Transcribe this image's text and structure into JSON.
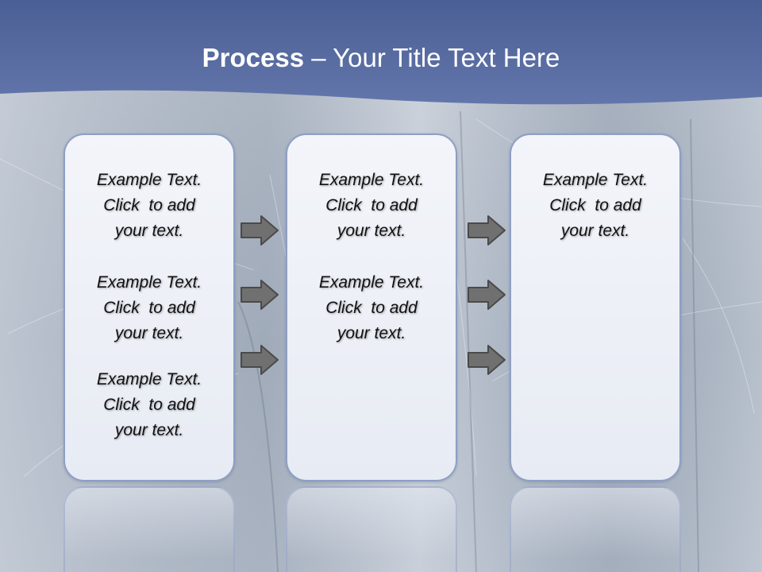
{
  "slide": {
    "title_bold": "Process",
    "title_rest": "– Your Title Text Here",
    "colors": {
      "header": "#5b6fa3",
      "panel_border": "#8e9fc4",
      "arrow": "#707070"
    },
    "columns": [
      {
        "blocks": [
          [
            "Example Text.",
            "Click  to add",
            "your text."
          ],
          [
            "Example Text.",
            "Click  to add",
            "your text."
          ],
          [
            "Example Text.",
            "Click  to add",
            "your text."
          ]
        ]
      },
      {
        "blocks": [
          [
            "Example Text.",
            "Click  to add",
            "your text."
          ],
          [
            "Example Text.",
            "Click  to add",
            "your text."
          ]
        ]
      },
      {
        "blocks": [
          [
            "Example Text.",
            "Click  to add",
            "your text."
          ]
        ]
      }
    ],
    "arrow_icon": "right-arrow-icon"
  }
}
